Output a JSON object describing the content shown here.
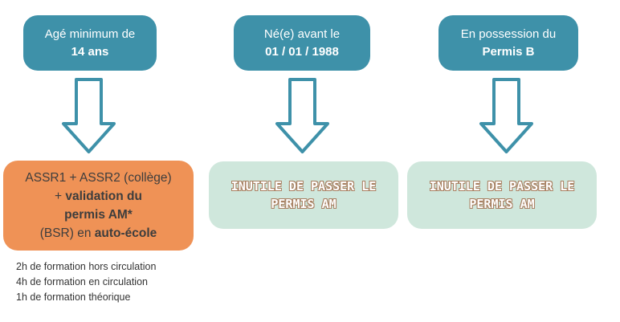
{
  "conditions": [
    {
      "line1": "Agé minimum de",
      "line2": "14 ans"
    },
    {
      "line1": "Né(e) avant le",
      "line2": "01 / 01 / 1988"
    },
    {
      "line1": "En possession du",
      "line2": "Permis B"
    }
  ],
  "results": {
    "orange": {
      "line1": "ASSR1 + ASSR2 (collège)",
      "line2_prefix": "+ ",
      "line2_bold": "validation du",
      "line3": "permis AM*",
      "line4_prefix": "(BSR) en ",
      "line4_bold": "auto-école"
    },
    "green_1": {
      "line1": "INUTILE DE PASSER LE",
      "line2": "PERMIS AM"
    },
    "green_2": {
      "line1": "INUTILE DE PASSER LE",
      "line2": "PERMIS AM"
    }
  },
  "notes": [
    "2h de formation hors circulation",
    "4h de formation en circulation",
    "1h de formation théorique"
  ],
  "colors": {
    "pill": "#3e91a9",
    "orange_box": "#ef9256",
    "green_box": "#cfe7dc",
    "arrow": "#3e91a9"
  },
  "icons": [
    "down-arrow-icon",
    "down-arrow-icon",
    "down-arrow-icon"
  ]
}
